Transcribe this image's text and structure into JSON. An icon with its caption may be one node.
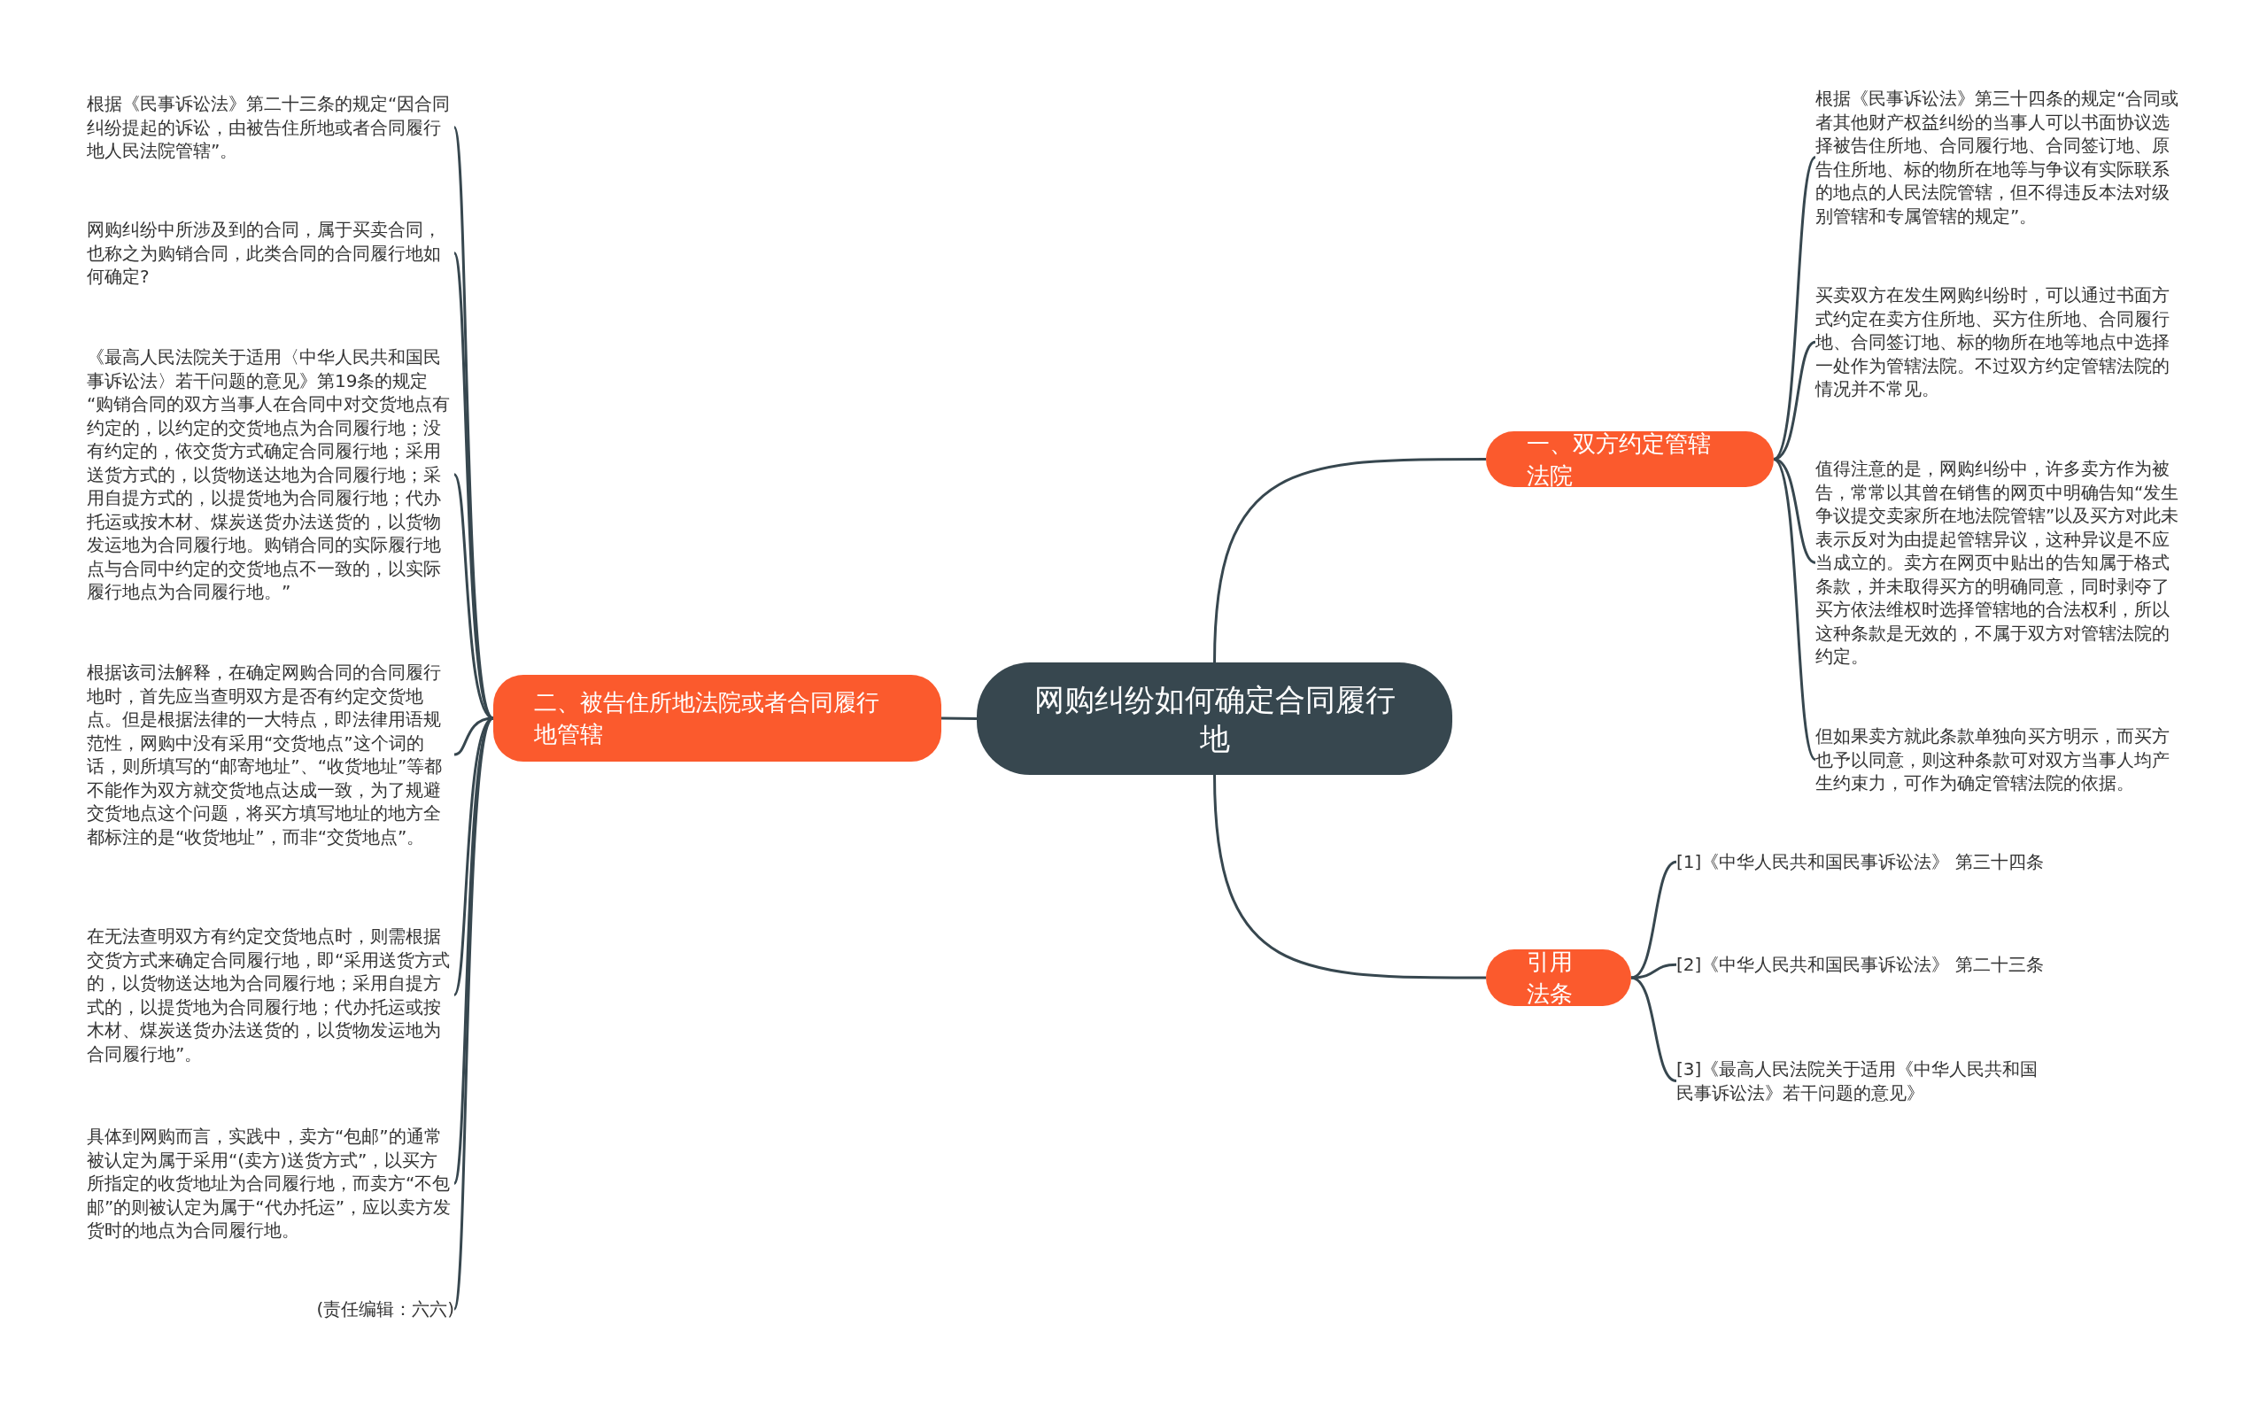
{
  "diagram": {
    "nodes": [
      {
        "text": [
          "网购纠纷如何确定合同履行地"
        ]
      },
      {
        "text": [
          "二、被告住所地法院或者合同履行地管辖"
        ]
      },
      {
        "text": [
          "根据《民事诉讼法》第二十三条的规定“因合同纠纷提起的诉讼，由被告住所地或者合同履行地人民法院管辖”。"
        ]
      },
      {
        "text": [
          "网购纠纷中所涉及到的合同，属于买卖合同，也称之为购销合同，此类合同的合同履行地如何确定?"
        ]
      },
      {
        "text": [
          "《最高人民法院关于适用〈中华人民共和国民事诉讼法〉若干问题的意见》第19条的规定 “购销合同的双方当事人在合同中对交货地点有约定的，以约定的交货地点为合同履行地；没有约定的，依交货方式确定合同履行地；采用送货方式的，以货物送达地为合同履行地；采用自提方式的，以提货地为合同履行地；代办托运或按木材、煤炭送货办法送货的，以货物发运地为合同履行地。购销合同的实际履行地点与合同中约定的交货地点不一致的，以实际履行地点为合同履行地。”"
        ]
      },
      {
        "text": [
          "根据该司法解释，在确定网购合同的合同履行地时，首先应当查明双方是否有约定交货地点。但是根据法律的一大特点，即法律用语规范性，网购中没有采用“交货地点”这个词的话，则所填写的“邮寄地址”、“收货地址”等都不能作为双方就交货地点达成一致，为了规避交货地点这个问题，将买方填写地址的地方全都标注的是“收货地址”，而非“交货地点”。"
        ]
      },
      {
        "text": [
          "在无法查明双方有约定交货地点时，则需根据交货方式来确定合同履行地，即“采用送货方式的，以货物送达地为合同履行地；采用自提方式的，以提货地为合同履行地；代办托运或按木材、煤炭送货办法送货的，以货物发运地为合同履行地”。"
        ]
      },
      {
        "text": [
          "具体到网购而言，实践中，卖方“包邮”的通常被认定为属于采用“(卖方)送货方式”，以买方所指定的收货地址为合同履行地，而卖方“不包邮”的则被认定为属于“代办托运”，应以卖方发货时的地点为合同履行地。"
        ]
      },
      {
        "text": [
          "(责任编辑：六六)"
        ]
      },
      {
        "text": [
          "一、双方约定管辖法院"
        ]
      },
      {
        "text": [
          "根据《民事诉讼法》第三十四条的规定“合同或者其他财产权益纠纷的当事人可以书面协议选择被告住所地、合同履行地、合同签订地、原告住所地、标的物所在地等与争议有实际联系的地点的人民法院管辖，但不得违反本法对级别管辖和专属管辖的规定”。"
        ]
      },
      {
        "text": [
          "买卖双方在发生网购纠纷时，可以通过书面方式约定在卖方住所地、买方住所地、合同履行地、合同签订地、标的物所在地等地点中选择一处作为管辖法院。不过双方约定管辖法院的情况并不常见。"
        ]
      },
      {
        "text": [
          "值得注意的是，网购纠纷中，许多卖方作为被告，常常以其曾在销售的网页中明确告知“发生争议提交卖家所在地法院管辖”以及买方对此未表示反对为由提起管辖异议，这种异议是不应当成立的。卖方在网页中贴出的告知属于格式条款，并未取得买方的明确同意，同时剥夺了买方依法维权时选择管辖地的合法权利，所以这种条款是无效的，不属于双方对管辖法院的约定。"
        ]
      },
      {
        "text": [
          "但如果卖方就此条款单独向买方明示，而买方也予以同意，则这种条款可对双方当事人均产生约束力，可作为确定管辖法院的依据。"
        ]
      },
      {
        "text": [
          "引用法条"
        ]
      },
      {
        "text": [
          "[1]《中华人民共和国民事诉讼法》 第三十四条"
        ]
      },
      {
        "text": [
          "[2]《中华人民共和国民事诉讼法》 第二十三条"
        ]
      },
      {
        "text": [
          "[3]《最高人民法院关于适用《中华人民共和国民事诉讼法》若干问题的意见》"
        ]
      }
    ],
    "edges": [
      {
        "from": 0,
        "to": 1,
        "arrow": "none"
      },
      {
        "from": 0,
        "to": 9,
        "arrow": "none"
      },
      {
        "from": 0,
        "to": 14,
        "arrow": "none"
      },
      {
        "from": 1,
        "to": 2,
        "arrow": "none"
      },
      {
        "from": 1,
        "to": 3,
        "arrow": "none"
      },
      {
        "from": 1,
        "to": 4,
        "arrow": "none"
      },
      {
        "from": 1,
        "to": 5,
        "arrow": "none"
      },
      {
        "from": 1,
        "to": 6,
        "arrow": "none"
      },
      {
        "from": 1,
        "to": 7,
        "arrow": "none"
      },
      {
        "from": 1,
        "to": 8,
        "arrow": "none"
      },
      {
        "from": 9,
        "to": 10,
        "arrow": "none"
      },
      {
        "from": 9,
        "to": 11,
        "arrow": "none"
      },
      {
        "from": 9,
        "to": 12,
        "arrow": "none"
      },
      {
        "from": 9,
        "to": 13,
        "arrow": "none"
      },
      {
        "from": 14,
        "to": 15,
        "arrow": "none"
      },
      {
        "from": 14,
        "to": 16,
        "arrow": "none"
      },
      {
        "from": 14,
        "to": 17,
        "arrow": "none"
      }
    ]
  }
}
